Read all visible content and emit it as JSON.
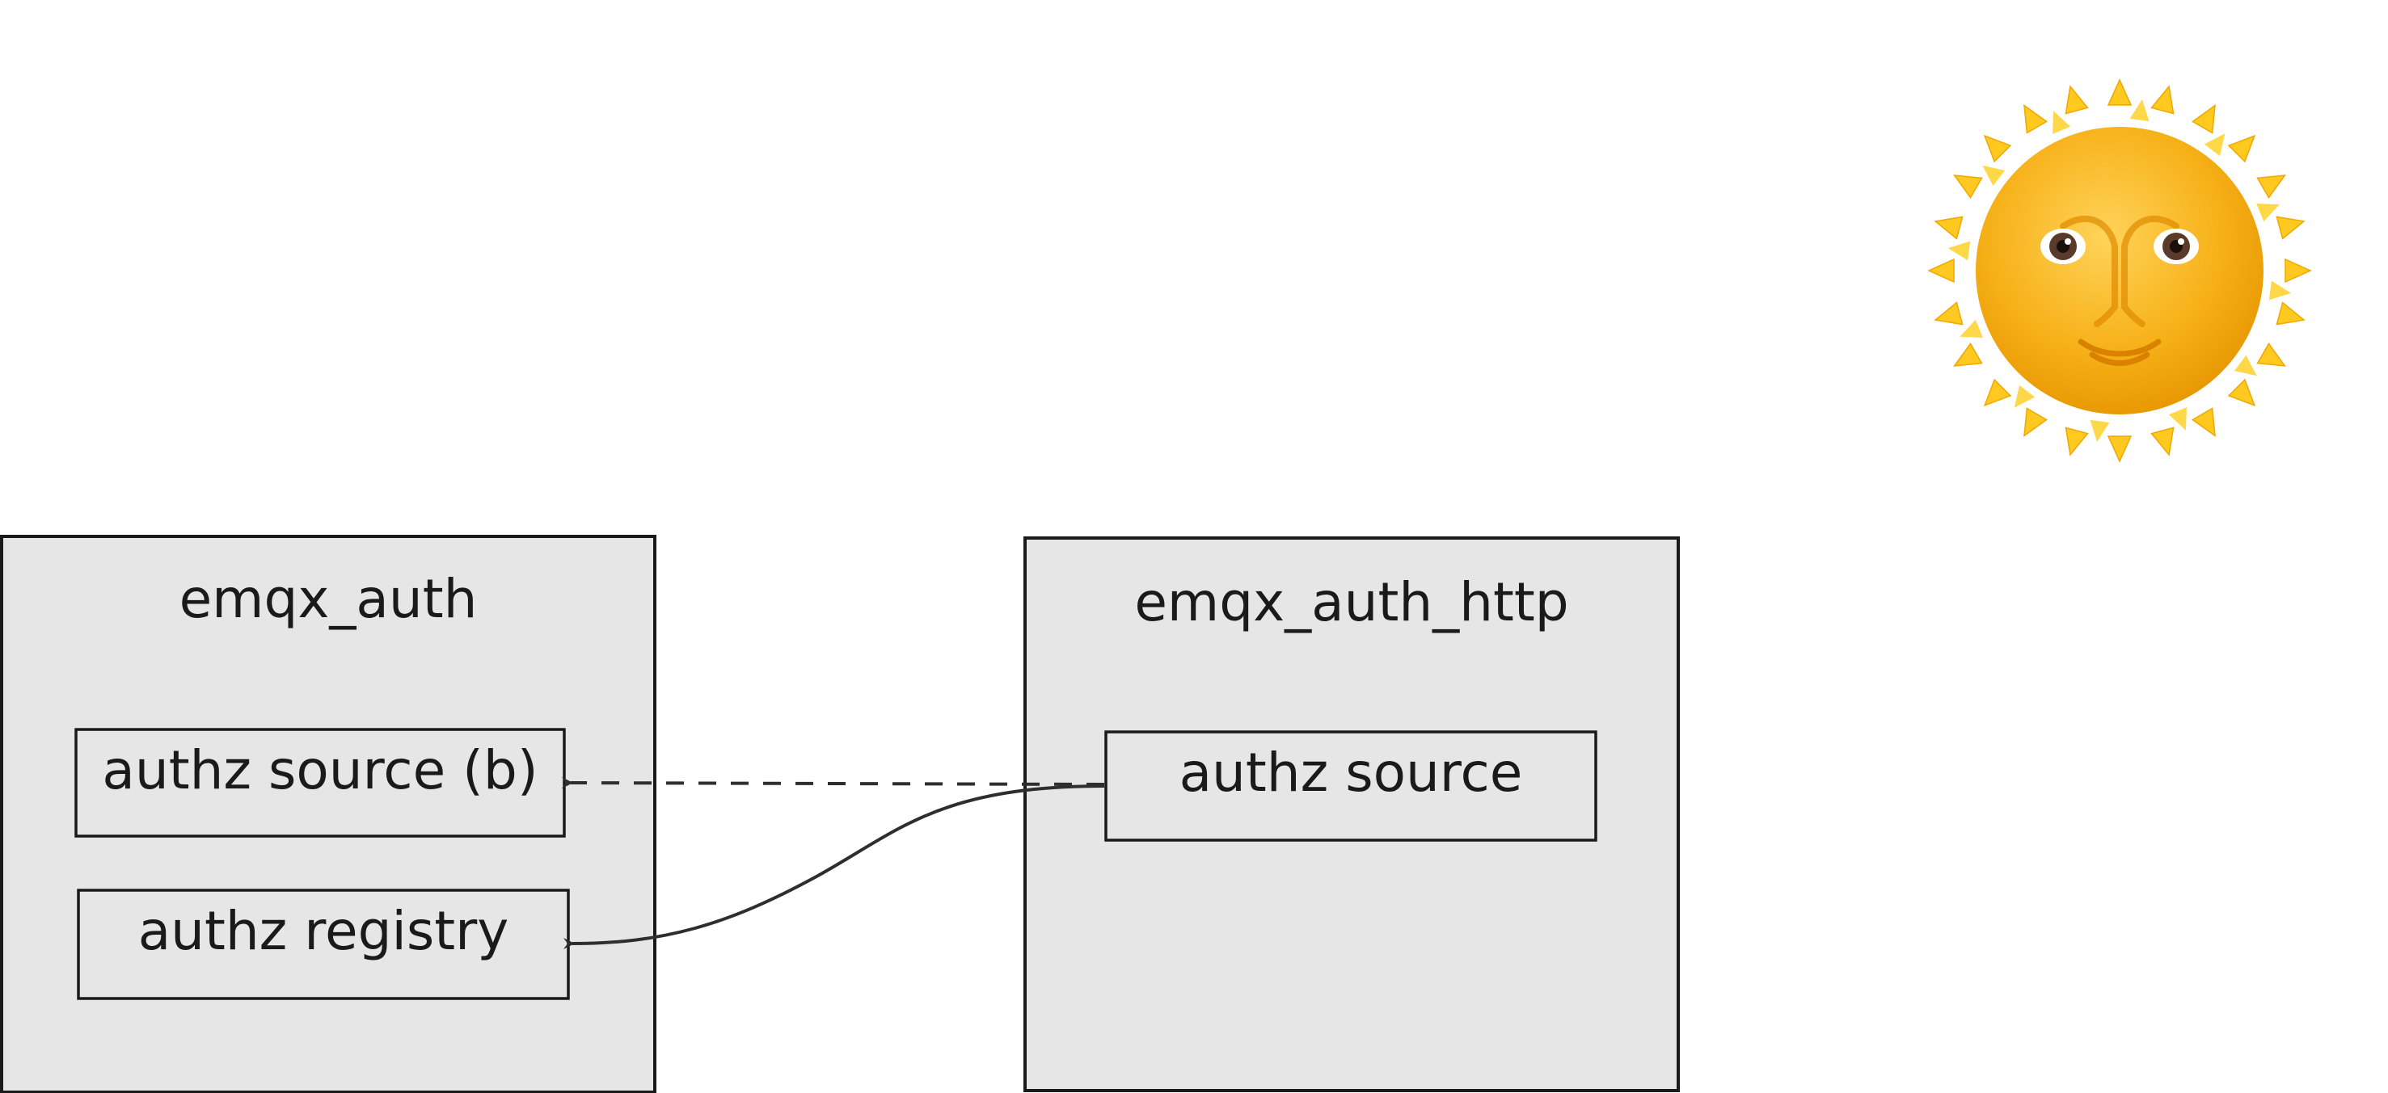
{
  "modules": {
    "emqx_auth": {
      "title": "emqx_auth",
      "components": {
        "authz_source_b": "authz source (b)",
        "authz_registry": "authz registry"
      }
    },
    "emqx_auth_http": {
      "title": "emqx_auth_http",
      "components": {
        "authz_source": "authz source"
      }
    }
  },
  "edges": [
    {
      "from": "emqx_auth_http.authz_source",
      "to": "emqx_auth.authz_source_b",
      "style": "dashed"
    },
    {
      "from": "emqx_auth_http.authz_source",
      "to": "emqx_auth.authz_registry",
      "style": "solid"
    }
  ],
  "decoration": {
    "icon": "sun-with-face-icon"
  },
  "colors": {
    "box_fill": "#e6e6e6",
    "box_stroke": "#1a1a1a",
    "edge": "#2e2e2e",
    "sun_core": "#f6a800",
    "sun_rays": "#ffc91f"
  }
}
